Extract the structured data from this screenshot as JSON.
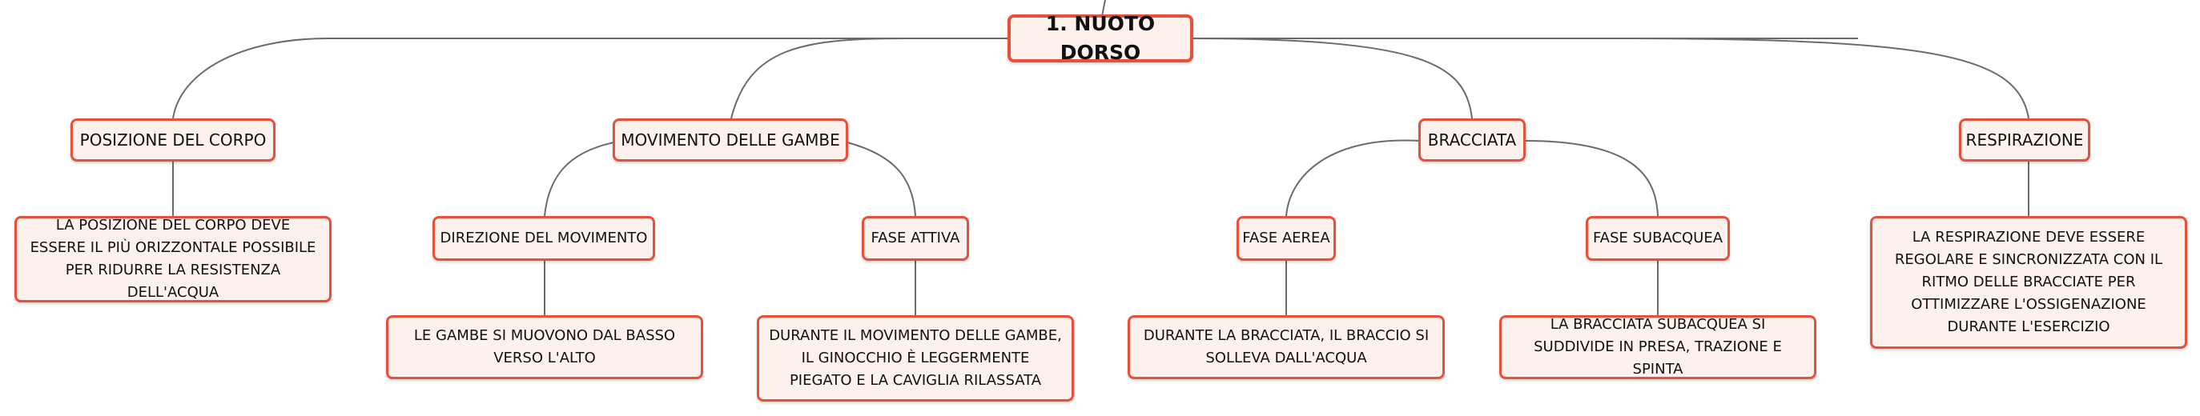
{
  "root": {
    "label": "1. NUOTO DORSO"
  },
  "branches": {
    "posizione": {
      "label": "POSIZIONE DEL CORPO",
      "desc": "LA POSIZIONE DEL CORPO DEVE ESSERE IL PIÙ ORIZZONTALE POSSIBILE PER RIDURRE LA RESISTENZA DELL'ACQUA"
    },
    "gambe": {
      "label": "MOVIMENTO DELLE GAMBE",
      "direzione": {
        "label": "DIREZIONE DEL MOVIMENTO",
        "desc": "LE GAMBE SI MUOVONO DAL BASSO VERSO L'ALTO"
      },
      "fase_attiva": {
        "label": "FASE ATTIVA",
        "desc": "DURANTE IL MOVIMENTO DELLE GAMBE, IL GINOCCHIO È LEGGERMENTE PIEGATO E LA CAVIGLIA RILASSATA"
      }
    },
    "bracciata": {
      "label": "BRACCIATA",
      "fase_aerea": {
        "label": "FASE AEREA",
        "desc": "DURANTE LA BRACCIATA, IL BRACCIO SI SOLLEVA DALL'ACQUA"
      },
      "fase_subacquea": {
        "label": "FASE SUBACQUEA",
        "desc": "LA BRACCIATA SUBACQUEA SI SUDDIVIDE IN PRESA, TRAZIONE E SPINTA"
      }
    },
    "respirazione": {
      "label": "RESPIRAZIONE",
      "desc": "LA RESPIRAZIONE DEVE ESSERE REGOLARE E SINCRONIZZATA CON IL RITMO DELLE BRACCIATE PER OTTIMIZZARE L'OSSIGENAZIONE DURANTE L'ESERCIZIO"
    }
  },
  "colors": {
    "node_border": "#e8503a",
    "node_fill": "#fdf1ee",
    "connector": "#6b6b6b"
  }
}
